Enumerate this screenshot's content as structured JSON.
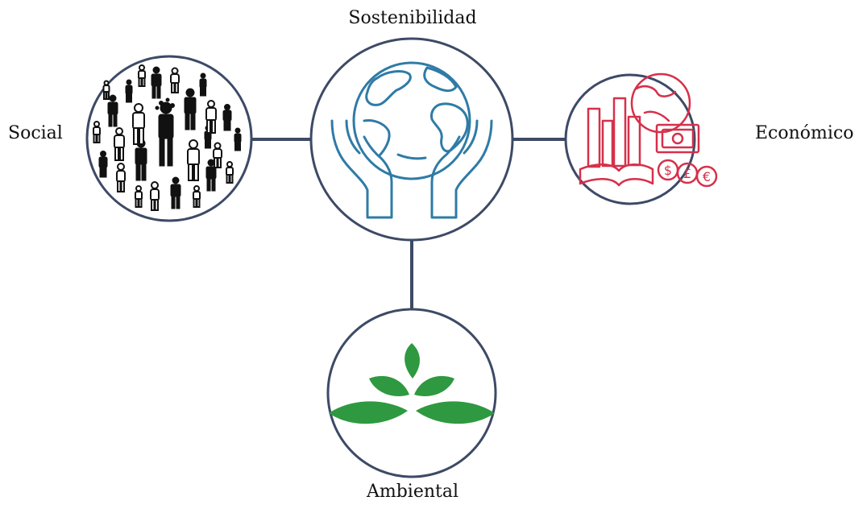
{
  "diagram": {
    "center": {
      "label": "Sostenibilidad",
      "icon": "globe-in-hands-icon"
    },
    "social": {
      "label": "Social",
      "icon": "crowd-icon"
    },
    "economic": {
      "label": "Económico",
      "icon": "economy-icon"
    },
    "environment": {
      "label": "Ambiental",
      "icon": "leaves-icon"
    }
  },
  "colors": {
    "ring": "#3d4a66",
    "connector": "#3d4a66",
    "globe": "#2f7ba6",
    "economy": "#d6304a",
    "leaves": "#2e9940",
    "people": "#111111"
  }
}
